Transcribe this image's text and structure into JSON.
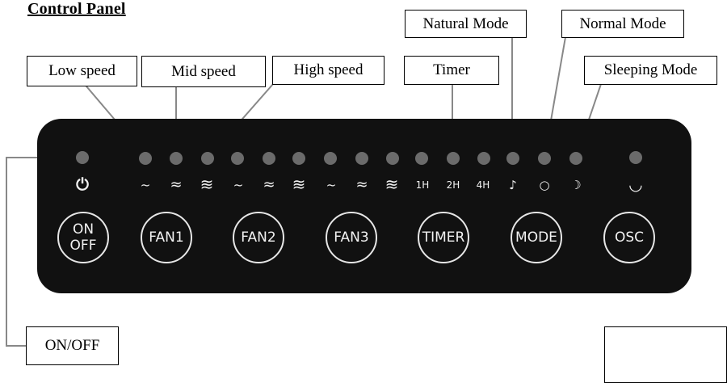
{
  "title": "Control Panel",
  "callouts": {
    "low_speed": "Low speed",
    "mid_speed": "Mid speed",
    "high_speed": "High speed",
    "timer": "Timer",
    "natural_mode": "Natural Mode",
    "normal_mode": "Normal Mode",
    "sleeping_mode": "Sleeping Mode",
    "on_off": "ON/OFF"
  },
  "symbols": {
    "power": "⏻",
    "low": "~",
    "mid": "≈",
    "high": "≋",
    "t1": "1H",
    "t2": "2H",
    "t4": "4H",
    "natural": "♪",
    "normal": "○",
    "sleep": "☽",
    "osc": "◡"
  },
  "buttons": {
    "onoff_line1": "ON",
    "onoff_line2": "OFF",
    "fan1": "FAN1",
    "fan2": "FAN2",
    "fan3": "FAN3",
    "timer": "TIMER",
    "mode": "MODE",
    "osc": "OSC"
  },
  "colors": {
    "panel": "#111111",
    "led": "#6b6b6b",
    "text_on_panel": "#f2f2f2"
  }
}
